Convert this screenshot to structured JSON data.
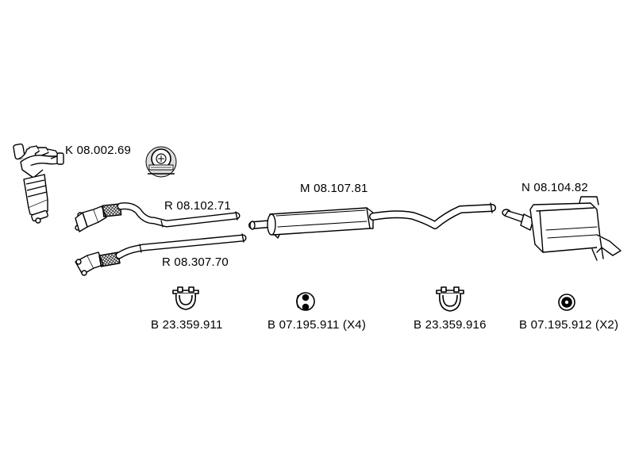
{
  "parts": {
    "catalyst": {
      "code": "K 08.002.69"
    },
    "certification_badge": {
      "icon": "certification-seal-icon"
    },
    "front_pipe_upper": {
      "code": "R 08.102.71"
    },
    "front_pipe_lower": {
      "code": "R 08.307.70"
    },
    "middle_silencer": {
      "code": "M 08.107.81"
    },
    "rear_silencer": {
      "code": "N 08.104.82"
    }
  },
  "fittings": [
    {
      "code": "B 23.359.911",
      "icon": "pipe-clamp-icon"
    },
    {
      "code": "B 07.195.911 (X4)",
      "icon": "rubber-ring-hanger-icon"
    },
    {
      "code": "B 23.359.916",
      "icon": "pipe-clamp-icon"
    },
    {
      "code": "B 07.195.912 (X2)",
      "icon": "rubber-mount-icon"
    }
  ]
}
